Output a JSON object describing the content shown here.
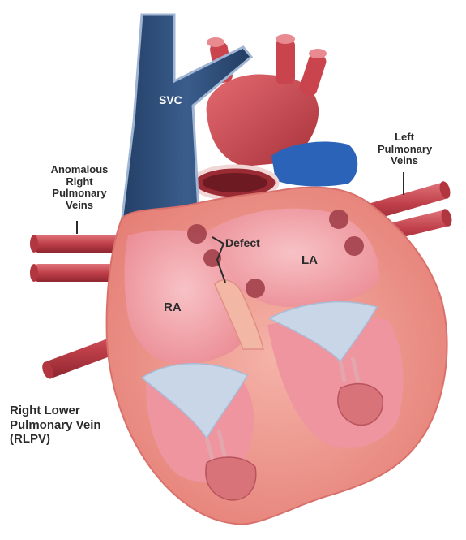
{
  "labels": {
    "svc": "SVC",
    "defect": "Defect",
    "la": "LA",
    "ra": "RA",
    "left_pulmonary_veins": [
      "Left",
      "Pulmonary",
      "Veins"
    ],
    "anomalous_right_pulmonary_veins": [
      "Anomalous",
      "Right",
      "Pulmonary",
      "Veins"
    ],
    "rlpv": [
      "Right Lower",
      "Pulmonary Vein",
      "(RLPV)"
    ]
  },
  "colors": {
    "myocardium": "#f2a39e",
    "chamber": "#ef9aa2",
    "chamber_light": "#f6b8bb",
    "vessel_red": "#c9444c",
    "vessel_dark": "#9a2a33",
    "svc_blue": "#2f4f7a",
    "pulmonary_artery_blue": "#2a63b8",
    "defect_spot": "#a2404a",
    "valve_tissue": "#c9d6e8"
  }
}
